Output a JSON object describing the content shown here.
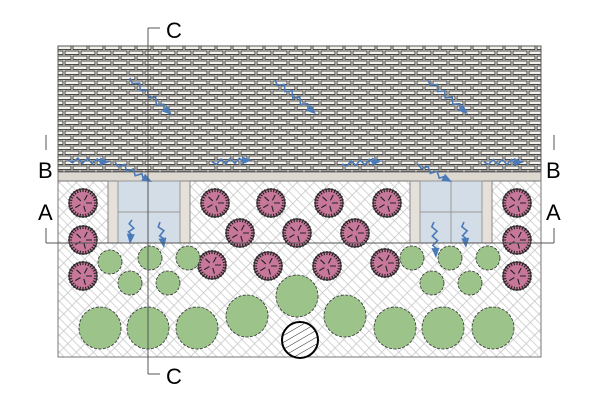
{
  "labels": {
    "section_b": "B",
    "section_a": "A",
    "section_c": "C"
  },
  "colors": {
    "pink_shrub": "#c7789a",
    "green_shrub": "#9cc48a",
    "water_arrow": "#4a7ab8",
    "glass": "#d3dde8",
    "brick": "#f0ece4"
  }
}
